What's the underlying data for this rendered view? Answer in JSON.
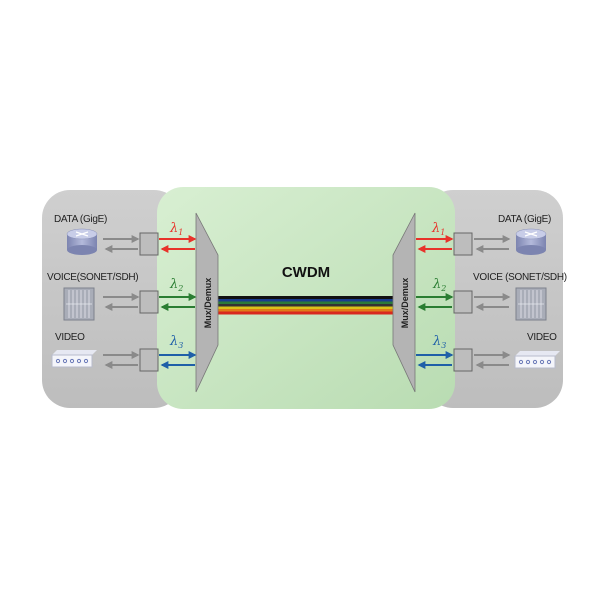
{
  "title": "CWDM",
  "mux_label": "Mux/Demux",
  "left": {
    "channels": [
      {
        "label": "DATA (GigE)",
        "device_icon": "router-icon",
        "lambda": "λ",
        "sub": "1",
        "color": "#e8322a"
      },
      {
        "label": "VOICE(SONET/SDH)",
        "device_icon": "sonet-panel-icon",
        "lambda": "λ",
        "sub": "2",
        "color": "#2a7d32"
      },
      {
        "label": "VIDEO",
        "device_icon": "video-device-icon",
        "lambda": "λ",
        "sub": "3",
        "color": "#1f5fa8"
      }
    ]
  },
  "right": {
    "channels": [
      {
        "label": "DATA (GigE)",
        "device_icon": "router-icon",
        "lambda": "λ",
        "sub": "1",
        "color": "#e8322a"
      },
      {
        "label": "VOICE (SONET/SDH)",
        "device_icon": "sonet-panel-icon",
        "lambda": "λ",
        "sub": "2",
        "color": "#2a7d32"
      },
      {
        "label": "VIDEO",
        "device_icon": "video-device-icon",
        "lambda": "λ",
        "sub": "3",
        "color": "#1f5fa8"
      }
    ]
  },
  "colors": {
    "green_bg": "#c9e6c3",
    "gray_bg": "#c8c8c8",
    "mux": "#b4b4b4"
  }
}
